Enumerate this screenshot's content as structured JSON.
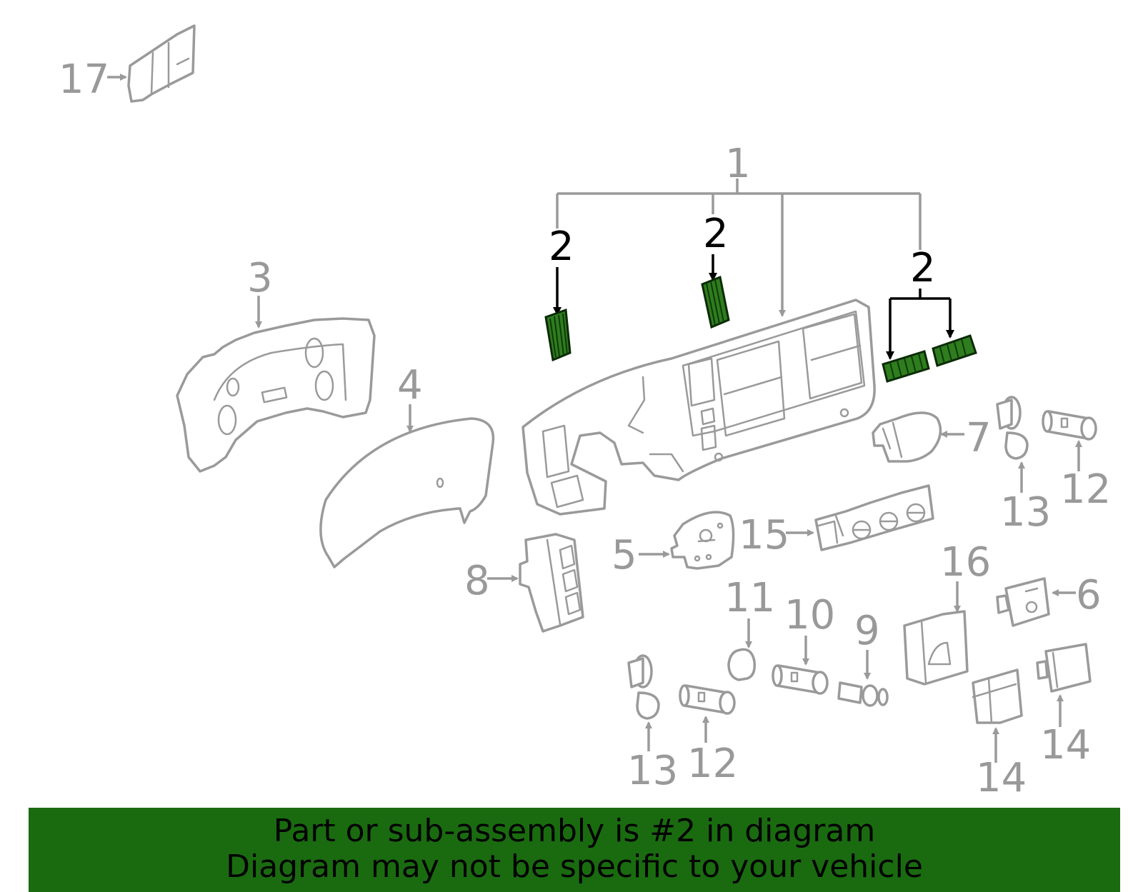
{
  "callouts": {
    "c1": "1",
    "c2a": "2",
    "c2b": "2",
    "c2c": "2",
    "c3": "3",
    "c4": "4",
    "c5": "5",
    "c6": "6",
    "c7": "7",
    "c8": "8",
    "c9": "9",
    "c10": "10",
    "c11": "11",
    "c12a": "12",
    "c12b": "12",
    "c13a": "13",
    "c13b": "13",
    "c14a": "14",
    "c14b": "14",
    "c15": "15",
    "c16": "16",
    "c17": "17"
  },
  "footer": {
    "line1": "Part or sub-assembly is #2 in diagram",
    "line2": "Diagram may not be specific to your vehicle"
  },
  "colors": {
    "highlight_part": "#2f7d1e",
    "banner": "#1a6b10",
    "line_art": "#9a9a9a",
    "callout_text": "#999999"
  }
}
